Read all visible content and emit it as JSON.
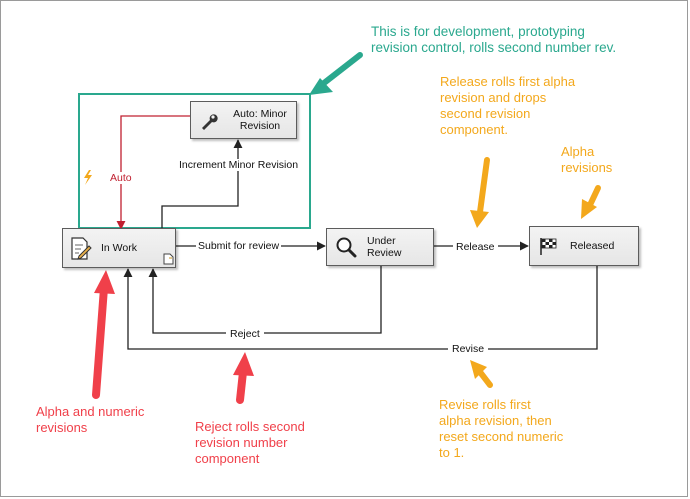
{
  "colors": {
    "teal": "#2aa88e",
    "orange": "#f3a81c",
    "red": "#f0404a",
    "dark_red": "#c02030",
    "line": "#222222"
  },
  "nodes": {
    "auto_minor": {
      "label_line1": "Auto: Minor",
      "label_line2": "Revision",
      "icon": "wrench-icon"
    },
    "in_work": {
      "label": "In Work",
      "icon": "edit-document-icon",
      "corner_icon": "new-document-icon"
    },
    "under_review": {
      "label_line1": "Under",
      "label_line2": "Review",
      "icon": "magnifier-icon"
    },
    "released": {
      "label": "Released",
      "icon": "checkered-flag-icon"
    }
  },
  "edges": {
    "auto": "Auto",
    "increment": "Increment Minor Revision",
    "submit": "Submit for review",
    "release": "Release",
    "reject": "Reject",
    "revise": "Revise"
  },
  "notes": {
    "development": [
      "This is for development, prototyping",
      "revision control, rolls second number rev."
    ],
    "release": [
      "Release rolls first alpha",
      "revision and drops",
      "second revision",
      "component."
    ],
    "alpha": [
      "Alpha",
      "revisions"
    ],
    "alpha_numeric": [
      "Alpha and numeric",
      "revisions"
    ],
    "reject": [
      "Reject rolls second",
      "revision number",
      "component"
    ],
    "revise": [
      "Revise rolls first",
      "alpha revision, then",
      "reset second numeric",
      "to 1."
    ]
  }
}
